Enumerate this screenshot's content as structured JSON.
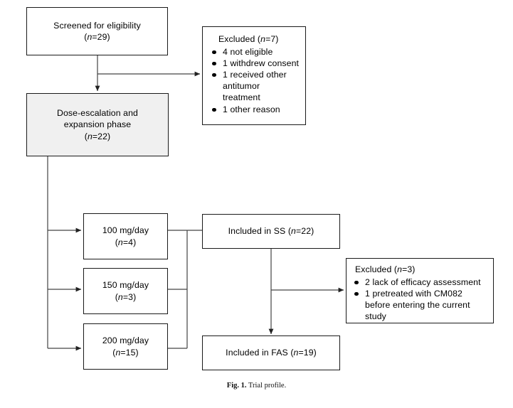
{
  "figure": {
    "caption_label": "Fig. 1.",
    "caption_text": "Trial profile."
  },
  "nodes": {
    "screened": {
      "name": "screened-for-eligibility",
      "line1": "Screened for eligibility",
      "line2_prefix": "(",
      "line2_italic": "n",
      "line2_suffix": "=29)"
    },
    "excluded_top": {
      "name": "excluded-screening",
      "heading_prefix": "Excluded (",
      "heading_italic": "n",
      "heading_suffix": "=7)",
      "items": [
        {
          "text": "4 not eligible",
          "cont": ""
        },
        {
          "text": "1 withdrew consent",
          "cont": ""
        },
        {
          "text": "1 received other",
          "cont": "antitumor treatment"
        },
        {
          "text": "1 other reason",
          "cont": ""
        }
      ]
    },
    "phase": {
      "name": "dose-escalation-expansion-phase",
      "line1": "Dose-escalation and",
      "line2": "expansion phase",
      "line3_prefix": "(",
      "line3_italic": "n",
      "line3_suffix": "=22)",
      "fill": "#f0f0f0"
    },
    "dose_100": {
      "name": "dose-100-mg-day",
      "line1": "100 mg/day",
      "line2_prefix": "(",
      "line2_italic": "n",
      "line2_suffix": "=4)"
    },
    "dose_150": {
      "name": "dose-150-mg-day",
      "line1": "150 mg/day",
      "line2_prefix": "(",
      "line2_italic": "n",
      "line2_suffix": "=3)"
    },
    "dose_200": {
      "name": "dose-200-mg-day",
      "line1": "200 mg/day",
      "line2_prefix": "(",
      "line2_italic": "n",
      "line2_suffix": "=15)"
    },
    "included_ss": {
      "name": "included-in-ss",
      "text_prefix": "Included in SS (",
      "text_italic": "n",
      "text_suffix": "=22)"
    },
    "included_fas": {
      "name": "included-in-fas",
      "text_prefix": "Included in FAS (",
      "text_italic": "n",
      "text_suffix": "=19)"
    },
    "excluded_bottom": {
      "name": "excluded-analysis",
      "heading_prefix": "Excluded (",
      "heading_italic": "n",
      "heading_suffix": "=3)",
      "items": [
        {
          "text": "2 lack of efficacy assessment",
          "cont": ""
        },
        {
          "text": "1 pretreated with CM082",
          "cont": "before entering the current"
        },
        {
          "text": "",
          "cont": "study"
        }
      ]
    }
  },
  "style": {
    "stroke_color": "#333333",
    "border_color": "#1a1a1a",
    "shaded_fill": "#f0f0f0",
    "background": "#ffffff"
  }
}
